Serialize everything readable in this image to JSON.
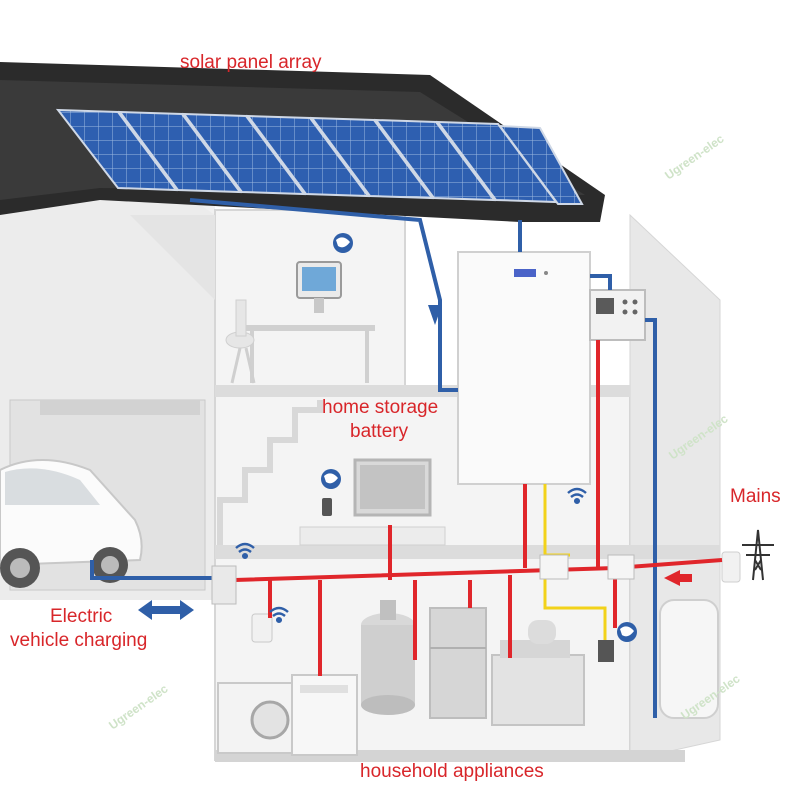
{
  "labels": {
    "solar": "solar panel array",
    "battery_l1": "home storage",
    "battery_l2": "battery",
    "mains": "Mains",
    "ev_l1": "Electric",
    "ev_l2": "vehicle charging",
    "appliances": "household appliances"
  },
  "watermark": "Ugreen-elec",
  "colors": {
    "label": "#d8262a",
    "dc_line": "#2f5fa8",
    "ac_line": "#e0262b",
    "signal_line": "#f2d21a",
    "roof": "#2b2b2b",
    "solar_cell": "#2e5fb0",
    "wall": "#ececec"
  }
}
